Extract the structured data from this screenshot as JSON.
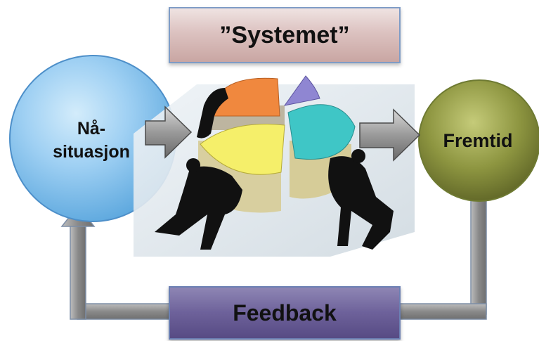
{
  "title_box": {
    "label": "”Systemet”"
  },
  "left_node": {
    "label": "Nå-\nsituasjon"
  },
  "right_node": {
    "label": "Fremtid"
  },
  "feedback_box": {
    "label": "Feedback"
  },
  "colors": {
    "left_node": "#8fc8f0",
    "right_node": "#8d9540",
    "systemet_box": "#d8bcba",
    "feedback_box": "#6a5f98",
    "arrows": "#8c8c8c",
    "pie_orange": "#f0883e",
    "pie_yellow": "#f5ef6a",
    "pie_teal": "#3fc6c6",
    "pie_purple": "#8f86d2"
  },
  "illustration": {
    "description_icon": "people-pushing-pie-chart-icon"
  }
}
